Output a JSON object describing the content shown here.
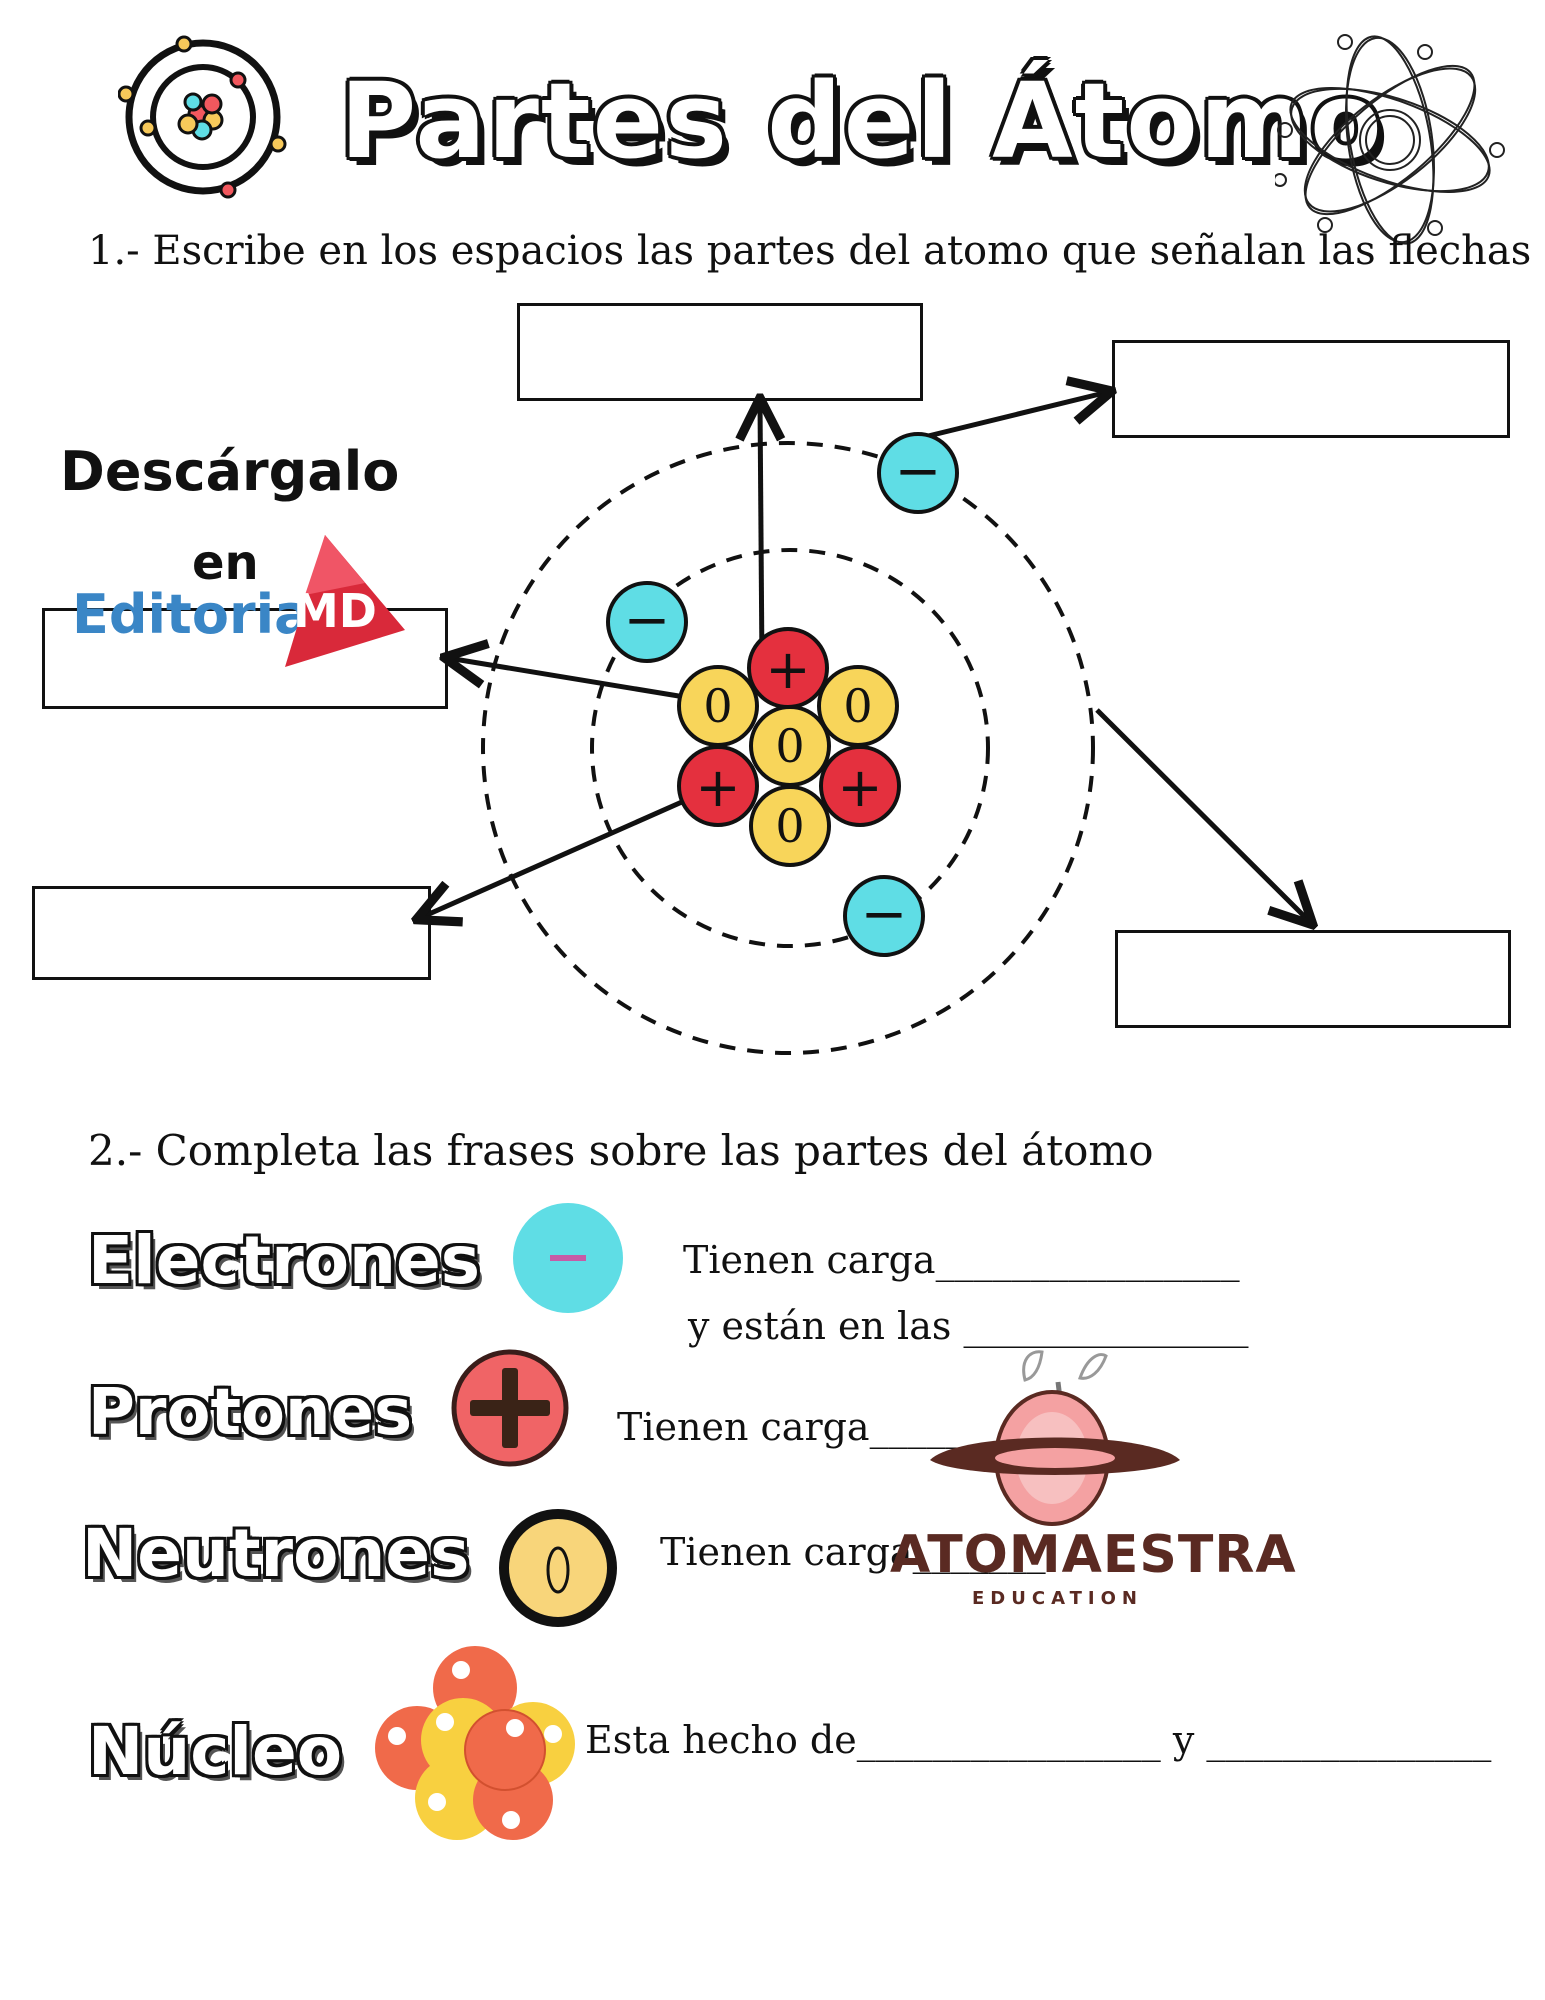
{
  "title": "Partes del Átomo",
  "section1": {
    "instruction": "1.- Escribe en los espacios las partes del atomo que señalan las flechas"
  },
  "promo": {
    "line1": "Descárgalo",
    "line2": "en",
    "brand": "Editorial",
    "brand_mark": "MD"
  },
  "symbols": {
    "electron": "−",
    "proton": "+",
    "neutron": "0"
  },
  "section2": {
    "instruction": "2.- Completa las frases sobre las partes del átomo",
    "electrones": {
      "label": "Electrones",
      "line1": "Tienen carga________________",
      "line2": "y están en las _______________"
    },
    "protones": {
      "label": "Protones",
      "line1": "Tienen carga_______"
    },
    "neutrones": {
      "label": "Neutrones",
      "line1": "Tienen carga_______"
    },
    "nucleo": {
      "label": "Núcleo",
      "line1": "Esta hecho de________________ y _______________"
    }
  },
  "watermark": {
    "name": "ATOMAESTRA",
    "sub": "EDUCATION"
  },
  "colors": {
    "electron": "#5fdde5",
    "proton": "#e4303e",
    "neutron": "#f8d55a",
    "nucleus_orange": "#f06a4a"
  }
}
